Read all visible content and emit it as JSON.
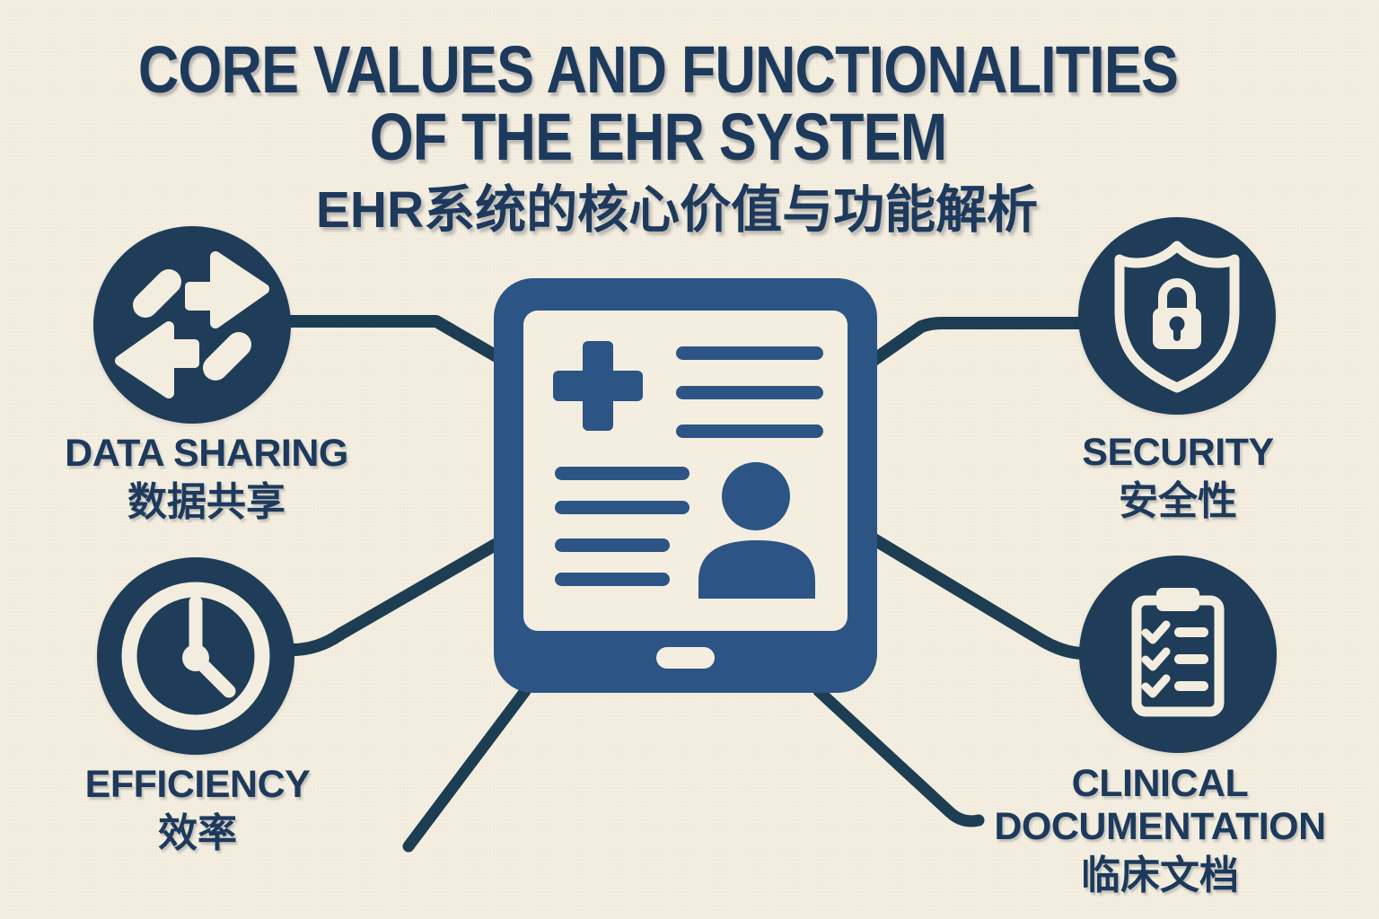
{
  "page": {
    "title_line1": "CORE VALUES AND FUNCTIONALITIES",
    "title_line2": "OF THE EHR SYSTEM",
    "subtitle_zh": "EHR系统的核心价值与功能解析"
  },
  "nodes": [
    {
      "id": "data-sharing",
      "label_en": "DATA SHARING",
      "label_zh": "数据共享",
      "icon": "transfer-arrows-icon",
      "position": "top-left"
    },
    {
      "id": "security",
      "label_en": "SECURITY",
      "label_zh": "安全性",
      "icon": "shield-lock-icon",
      "position": "top-right"
    },
    {
      "id": "efficiency",
      "label_en": "EFFICIENCY",
      "label_zh": "效率",
      "icon": "clock-icon",
      "position": "bottom-left"
    },
    {
      "id": "clinical-documentation",
      "label_en": "CLINICAL DOCUMENTATION",
      "label_zh": "临床文档",
      "icon": "clipboard-checklist-icon",
      "position": "bottom-right"
    }
  ],
  "center": {
    "icon": "ehr-tablet-icon"
  },
  "colors": {
    "background": "#f3eee0",
    "node_navy": "#1f3c58",
    "connector": "#1d3d53",
    "tablet_blue": "#2c5485",
    "icon_cream": "#f2edde",
    "text_navy": "#1d3a5c"
  }
}
